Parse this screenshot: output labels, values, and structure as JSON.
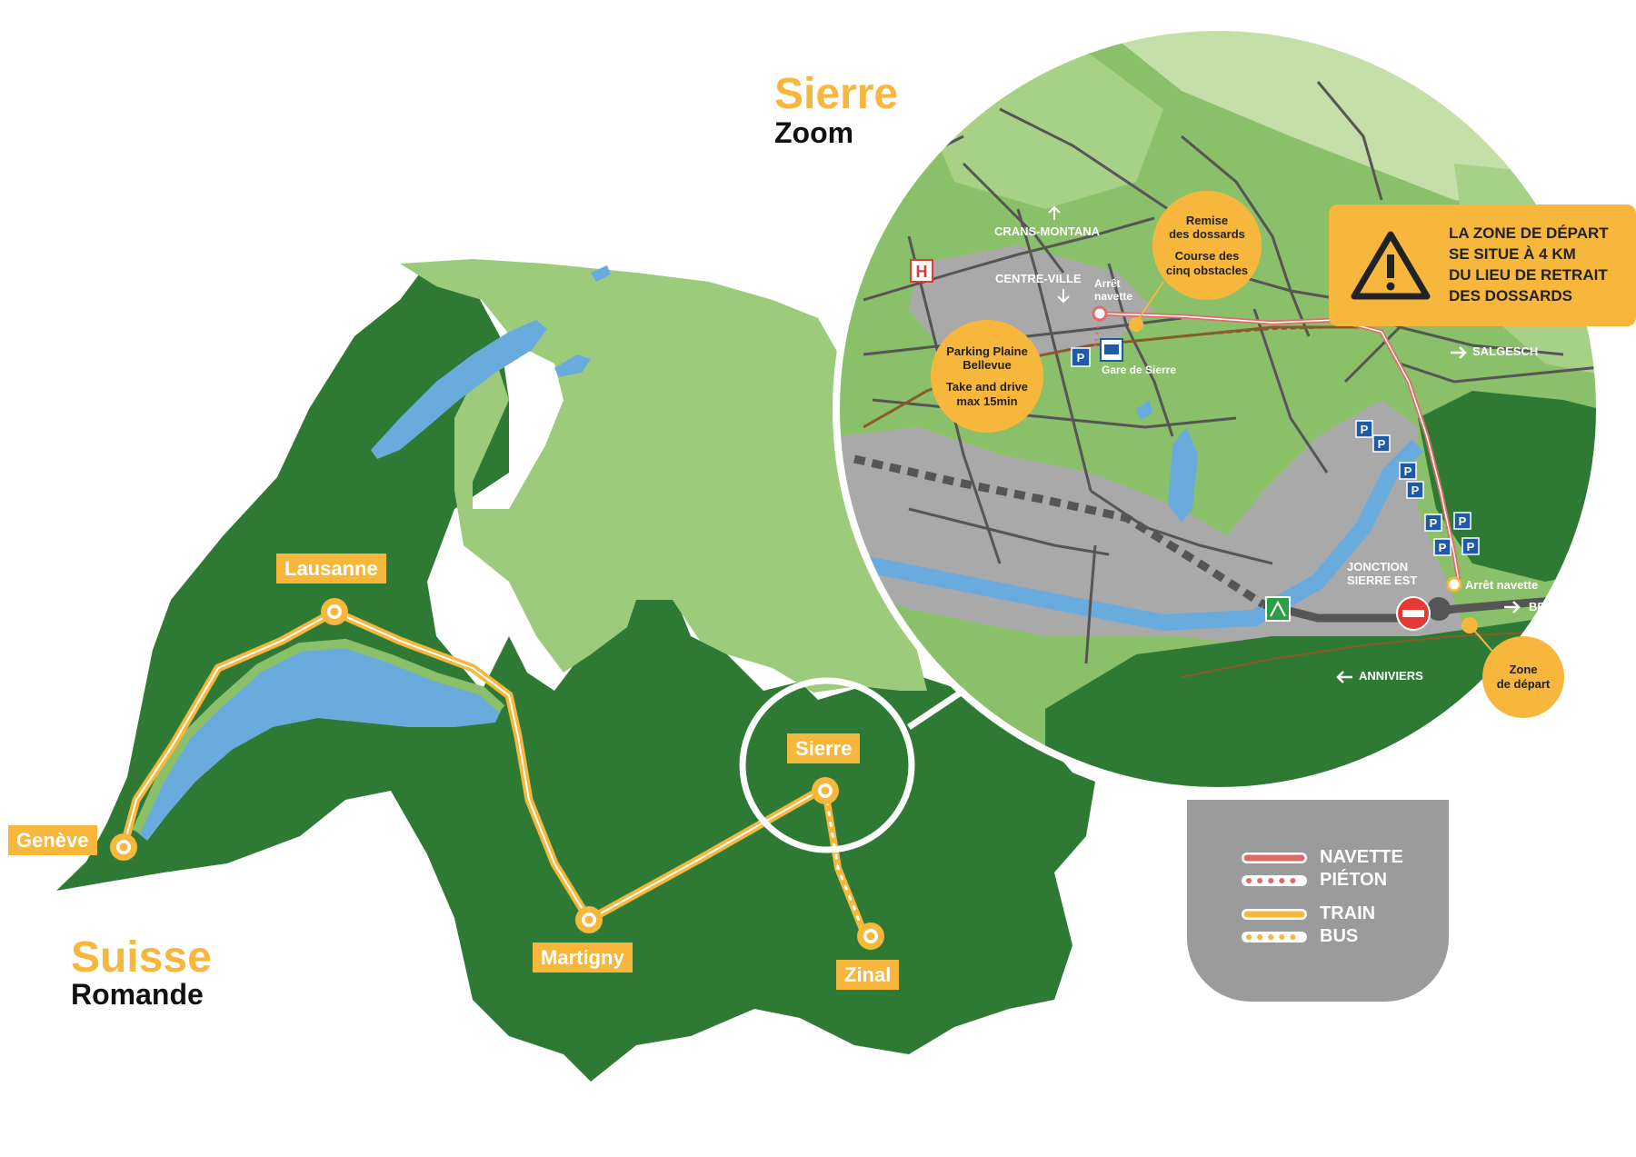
{
  "titles": {
    "region_line1": "Suisse",
    "region_line2": "Romande",
    "zoom_line1": "Sierre",
    "zoom_line2": "Zoom"
  },
  "cities": {
    "lausanne": "Lausanne",
    "geneve": "Genève",
    "martigny": "Martigny",
    "sierre": "Sierre",
    "zinal": "Zinal"
  },
  "zoom_map": {
    "crans_montana": "CRANS-MONTANA",
    "centre_ville": "CENTRE-VILLE",
    "arret_navette_top_line1": "Arrêt",
    "arret_navette_top_line2": "navette",
    "gare": "Gare de Sierre",
    "salgesch": "SALGESCH",
    "jonction_line1": "JONCTION",
    "jonction_line2": "SIERRE EST",
    "arret_navette_bottom": "Arrêt navette",
    "brig": "BRIG",
    "anniviers": "ANNIVIERS",
    "hospital_symbol": "H",
    "parking_symbol": "P"
  },
  "bubbles": {
    "remise_line1": "Remise",
    "remise_line2": "des dossards",
    "remise_line3": "Course des",
    "remise_line4": "cinq obstacles",
    "parking_line1": "Parking Plaine",
    "parking_line2": "Bellevue",
    "parking_line3": "Take and drive",
    "parking_line4": "max 15min",
    "depart_line1": "Zone",
    "depart_line2": "de départ"
  },
  "warning": {
    "line1": "LA ZONE DE DÉPART",
    "line2": "SE SITUE À 4 KM",
    "line3": "DU LIEU DE RETRAIT",
    "line4": "DES DOSSARDS"
  },
  "legend": {
    "navette": "NAVETTE",
    "pieton": "PIÉTON",
    "train": "TRAIN",
    "bus": "BUS"
  },
  "colors": {
    "dark_green": "#2E7A34",
    "mid_green": "#8BC06A",
    "light_green": "#9CCB7C",
    "lake_blue": "#6AABDD",
    "accent_orange": "#F6B73C",
    "road_grey": "#555555",
    "legend_grey": "#9B9B9B",
    "navette_red": "#E06B6B"
  }
}
